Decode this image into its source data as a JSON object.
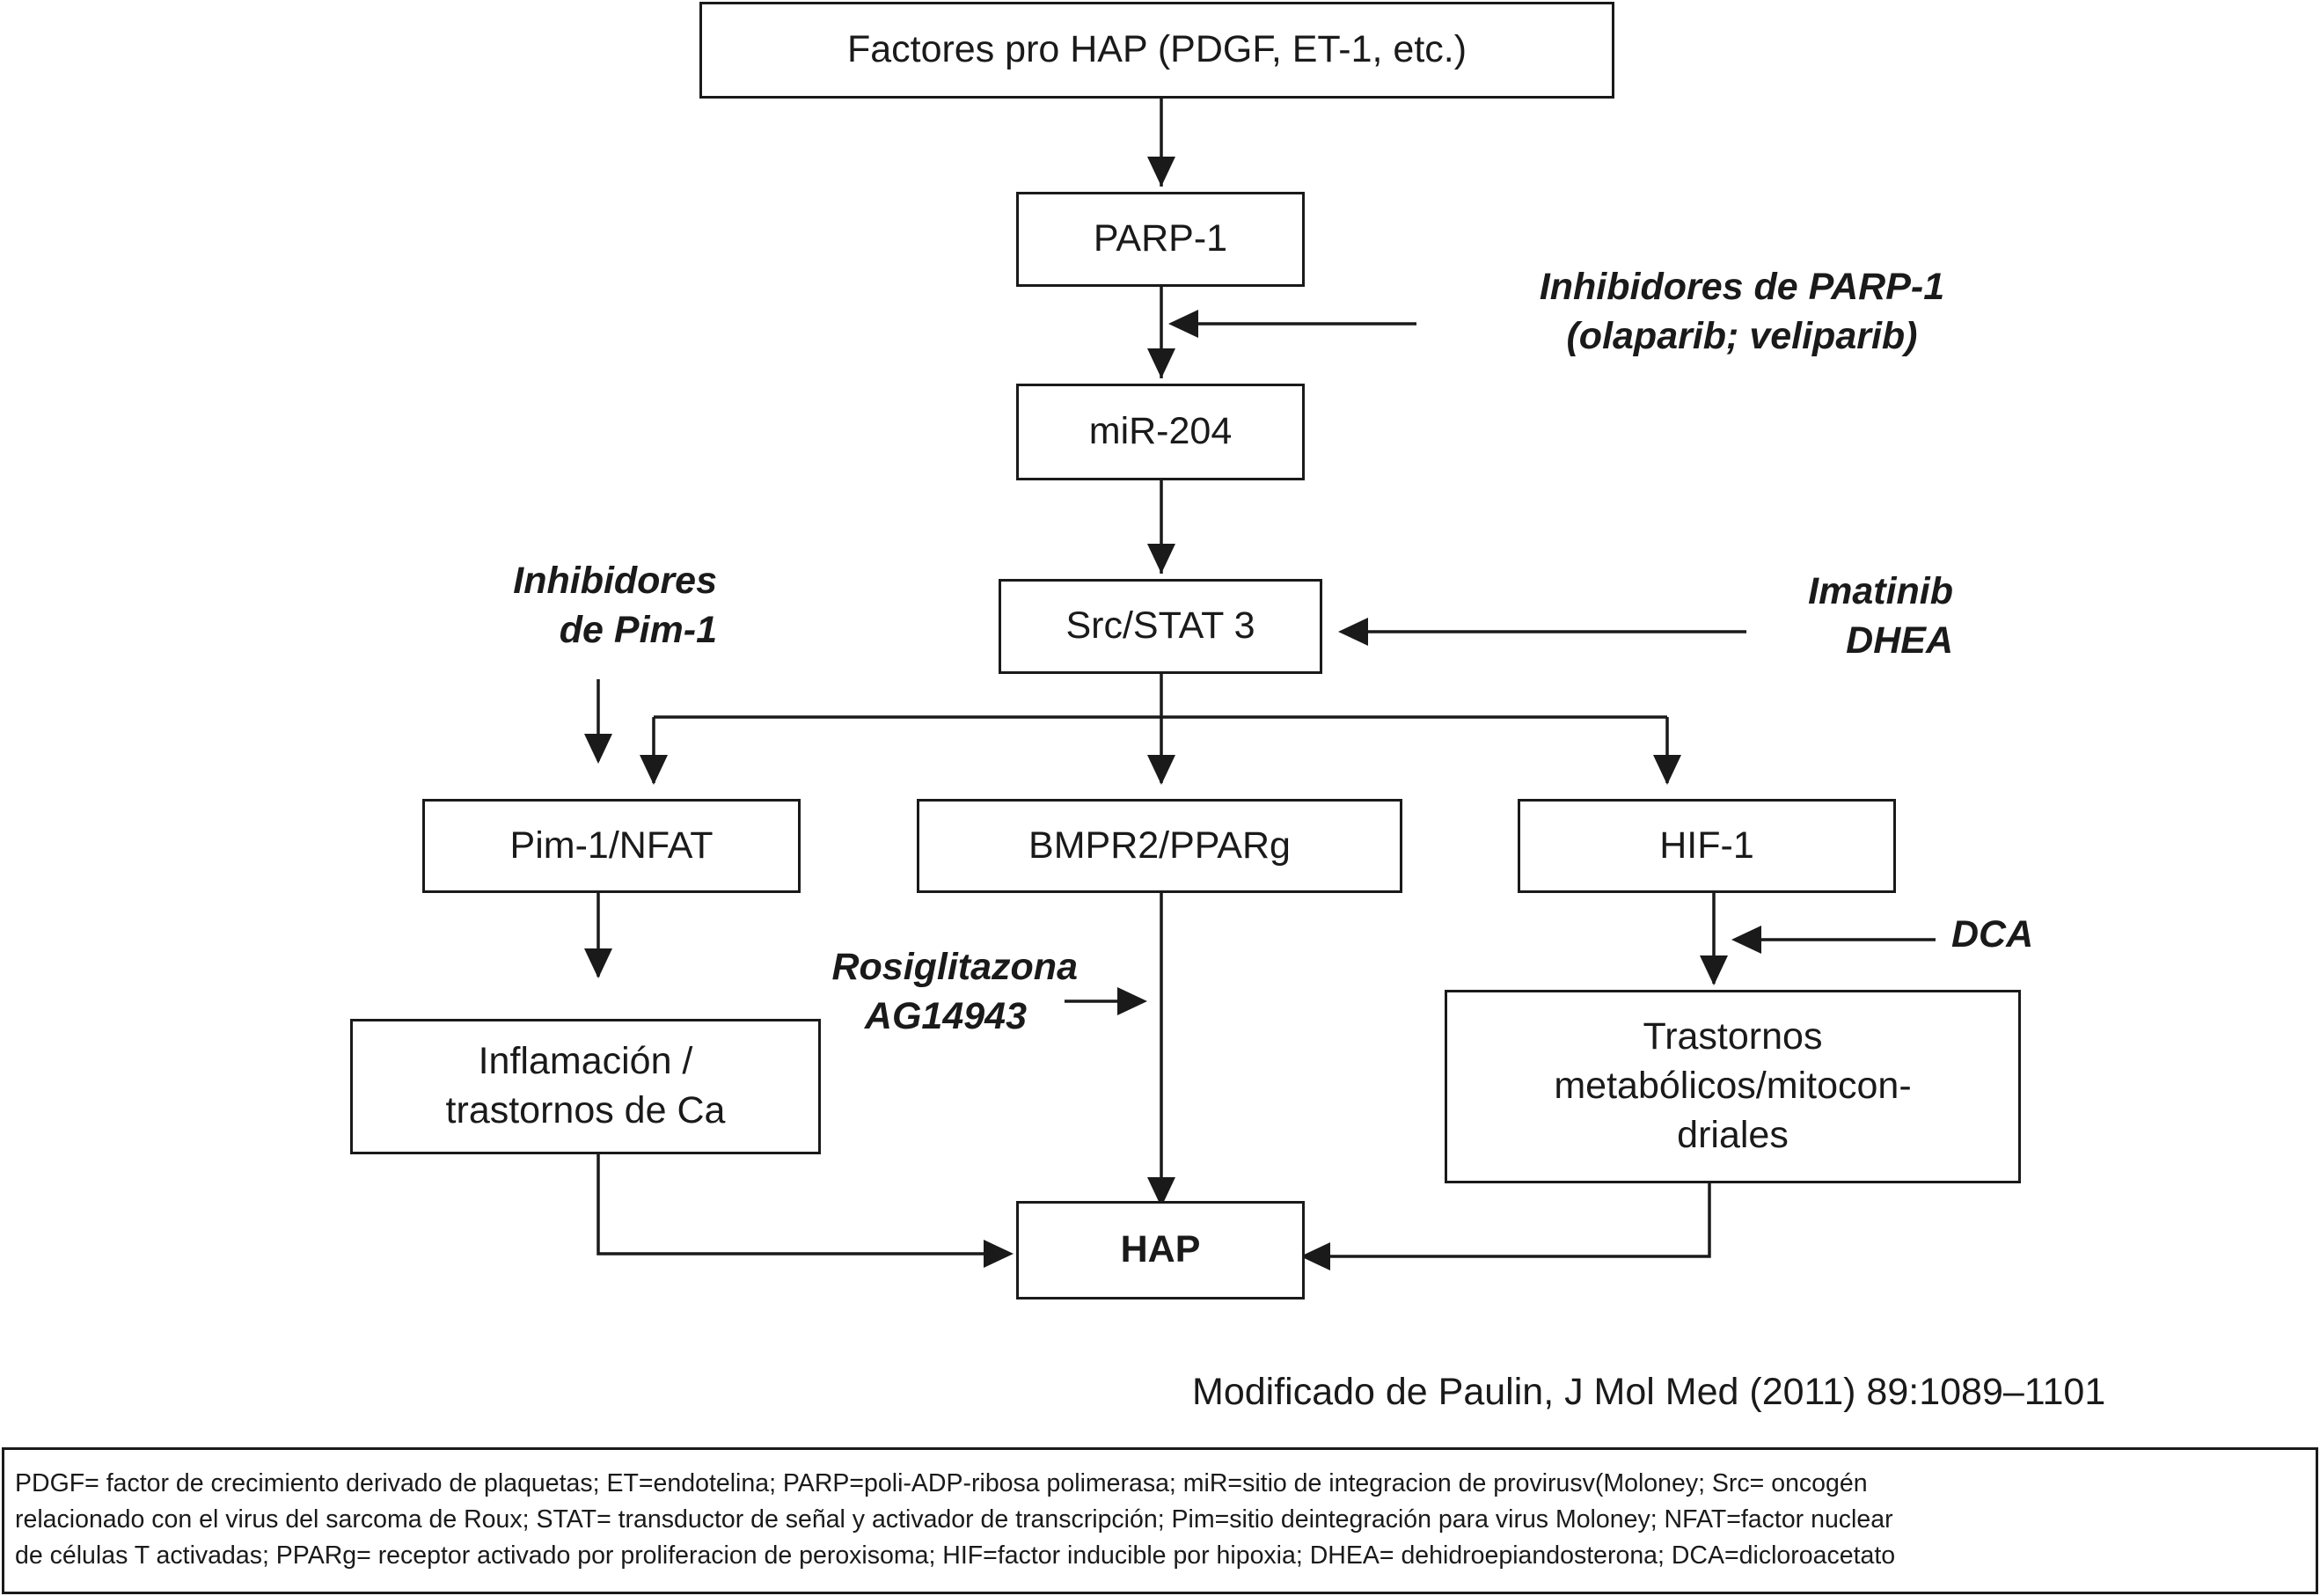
{
  "nodes": {
    "factores": "Factores pro HAP (PDGF, ET-1, etc.)",
    "parp1": "PARP-1",
    "mir204": "miR-204",
    "srcstat3": "Src/STAT 3",
    "pim1nfat": "Pim-1/NFAT",
    "bmpr2": "BMPR2/PPARg",
    "hif1": "HIF-1",
    "inflamacion": [
      "Inflamación /",
      "trastornos de Ca"
    ],
    "trastornos": [
      "Trastornos",
      "metabólicos/mitocon-",
      "driales"
    ],
    "hap": "HAP"
  },
  "inhibitors": {
    "parp": [
      "Inhibidores de PARP-1",
      "(olaparib; veliparib)"
    ],
    "pim": [
      "Inhibidores",
      "de Pim-1"
    ],
    "imatinib": [
      "Imatinib",
      "DHEA"
    ],
    "rosiglitazona": [
      "Rosiglitazona",
      "AG14943"
    ],
    "dca": "DCA"
  },
  "source": "Modificado de Paulin, J Mol Med (2011) 89:1089–1101",
  "legend": [
    "PDGF= factor de crecimiento derivado de plaquetas; ET=endotelina; PARP=poli-ADP-ribosa polimerasa; miR=sitio de integracion de provirusv(Moloney; Src= oncogén",
    "relacionado con el virus del sarcoma de Roux; STAT= transductor de señal y activador de transcripción; Pim=sitio deintegración para virus Moloney; NFAT=factor nuclear",
    "de células T activadas; PPARg= receptor activado por proliferacion de peroxisoma; HIF=factor inducible por hipoxia; DHEA= dehidroepiandosterona; DCA=dicloroacetato"
  ]
}
